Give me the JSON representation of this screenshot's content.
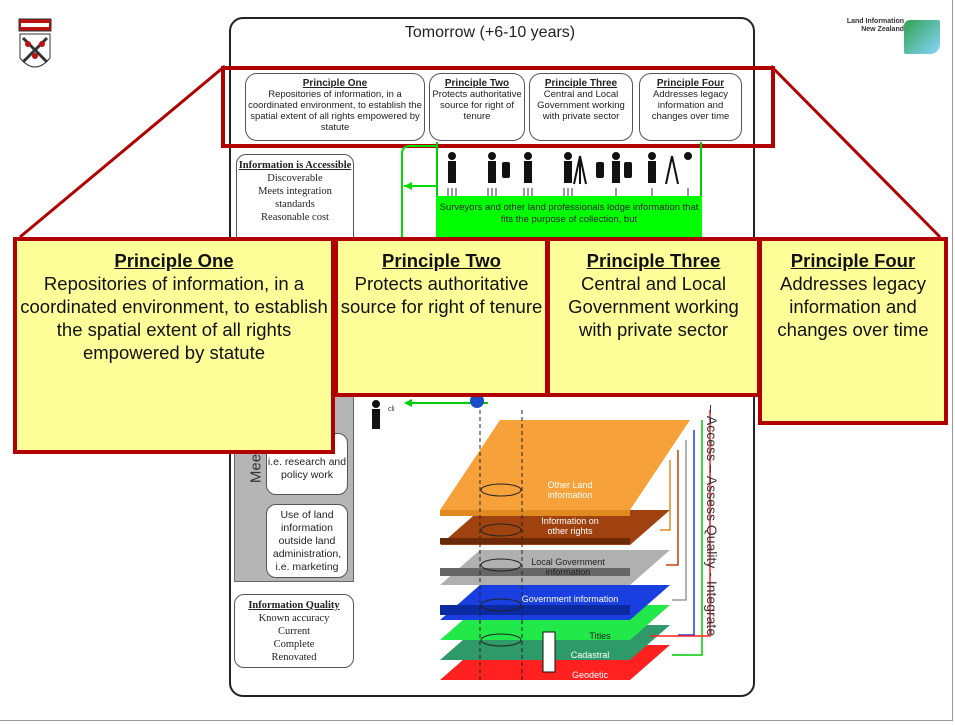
{
  "slide_title": "Tomorrow (+6-10 years)",
  "logo_text": "Land Information New Zealand",
  "small_principles": [
    {
      "title": "Principle One",
      "body": "Repositories of information, in a coordinated environment, to establish the spatial extent of all rights empowered by statute"
    },
    {
      "title": "Principle Two",
      "body": "Protects authoritative source for right of tenure"
    },
    {
      "title": "Principle Three",
      "body": "Central and Local Government working with private sector"
    },
    {
      "title": "Principle Four",
      "body": "Addresses legacy information and changes over time"
    }
  ],
  "left_boxes": {
    "accessible": {
      "title": "Information is Accessible",
      "lines": [
        "Discoverable",
        "Meets integration standards",
        "Reasonable cost"
      ]
    },
    "research": "i.e. research and policy work",
    "outside": "Use of land information outside land administration, i.e. marketing",
    "quality": {
      "title": "Information Quality",
      "lines": [
        "Known accuracy",
        "Current",
        "Complete",
        "Renovated"
      ]
    }
  },
  "meets_label": "Meets cli",
  "cli_fragment": "cli",
  "green_band_text": "Surveyors and other land professionals lodge information that fits the purpose of collection, but",
  "callouts": [
    {
      "title": "Principle One",
      "body": "Repositories of information, in a coordinated environment, to establish the spatial extent of all rights empowered by statute"
    },
    {
      "title": "Principle Two",
      "body": "Protects authoritative source for right of tenure"
    },
    {
      "title": "Principle Three",
      "body": "Central and Local Government working with private sector"
    },
    {
      "title": "Principle Four",
      "body": "Addresses legacy information and changes over time"
    }
  ],
  "layers": [
    "Other Land information",
    "Information on other rights",
    "Local Government information",
    "Government information",
    "Titles",
    "Cadastral",
    "Geodetic"
  ],
  "vertical_label": "– Access – Assess Quality - Integrate",
  "colors": {
    "red_frame": "#b00000",
    "callout_fill": "#ffff99",
    "green": "#00ff00",
    "orange": "#f7a13a",
    "brown": "#a0420f",
    "gray": "#b0b0b0",
    "blue": "#1a3fe0",
    "green_layer": "#22e84a",
    "teal": "#2e9a6a",
    "red_layer": "#ff2020"
  }
}
